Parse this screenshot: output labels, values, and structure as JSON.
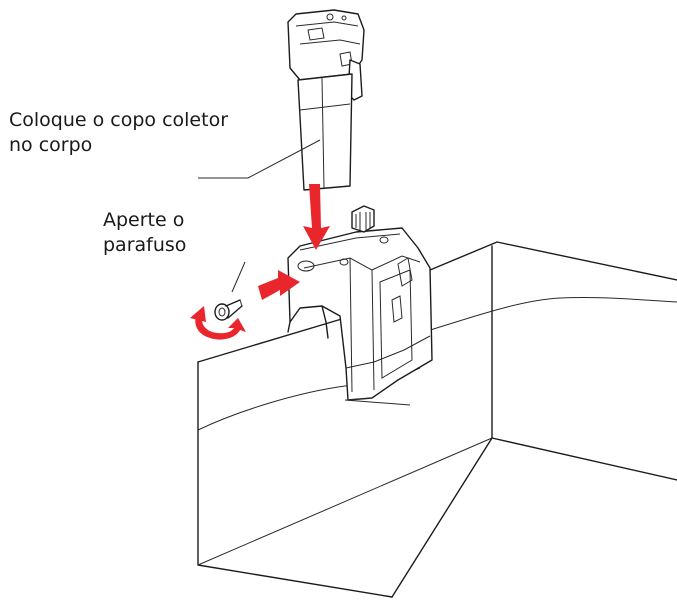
{
  "labels": {
    "cup_line1": "Coloque o copo coletor",
    "cup_line2": "no corpo",
    "screw_line1": "Aperte o",
    "screw_line2": "parafuso"
  },
  "colors": {
    "arrow": "#e8262b",
    "line": "#1c1c1c",
    "background": "#ffffff"
  }
}
